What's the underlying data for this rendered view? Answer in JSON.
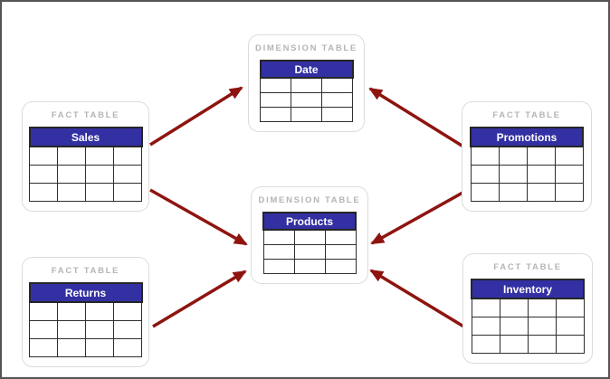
{
  "diagram": {
    "colors": {
      "arrow": "#8e1410",
      "table_header": "#3330a3",
      "card_border": "#dcdcdc",
      "label": "#b5b5b5",
      "grid_border": "#2e2e2e"
    },
    "tables": [
      {
        "id": "date",
        "kind": "DIMENSION TABLE",
        "name": "Date",
        "columns": 3,
        "rows": 3
      },
      {
        "id": "sales",
        "kind": "FACT TABLE",
        "name": "Sales",
        "columns": 4,
        "rows": 3
      },
      {
        "id": "promotions",
        "kind": "FACT TABLE",
        "name": "Promotions",
        "columns": 4,
        "rows": 3
      },
      {
        "id": "products",
        "kind": "DIMENSION TABLE",
        "name": "Products",
        "columns": 3,
        "rows": 3
      },
      {
        "id": "returns",
        "kind": "FACT TABLE",
        "name": "Returns",
        "columns": 4,
        "rows": 3
      },
      {
        "id": "inventory",
        "kind": "FACT TABLE",
        "name": "Inventory",
        "columns": 4,
        "rows": 3
      }
    ],
    "relations": [
      {
        "from": "Sales",
        "to": "Date"
      },
      {
        "from": "Sales",
        "to": "Products"
      },
      {
        "from": "Promotions",
        "to": "Date"
      },
      {
        "from": "Promotions",
        "to": "Products"
      },
      {
        "from": "Returns",
        "to": "Products"
      },
      {
        "from": "Inventory",
        "to": "Products"
      }
    ]
  }
}
